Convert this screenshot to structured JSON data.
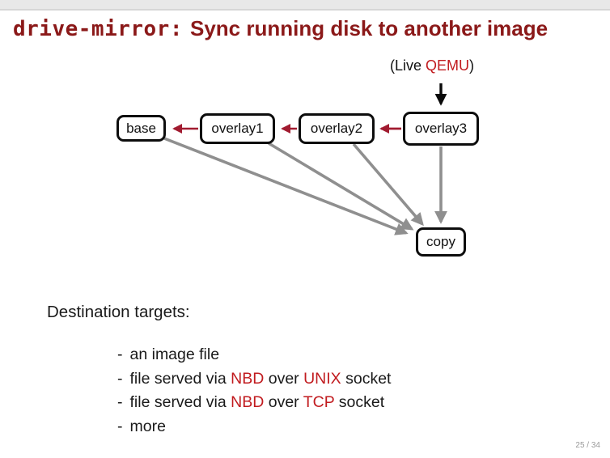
{
  "slide": {
    "title": {
      "code": "drive-mirror:",
      "text": "Sync running disk to another image"
    },
    "page_number": "25 / 34"
  },
  "colors": {
    "title_red": "#8b1919",
    "accent_red": "#c11b1f",
    "backing_arrow_red": "#a11b30",
    "mirror_arrow_gray": "#8f8f8f",
    "live_arrow_black": "#0a0a0a",
    "top_bar_gray": "#e8e8e8"
  },
  "diagram": {
    "live_label": {
      "prefix": "(Live ",
      "highlight": "QEMU",
      "suffix": ")"
    },
    "nodes": [
      {
        "id": "base",
        "label": "base"
      },
      {
        "id": "overlay1",
        "label": "overlay1"
      },
      {
        "id": "overlay2",
        "label": "overlay2"
      },
      {
        "id": "overlay3",
        "label": "overlay3"
      },
      {
        "id": "copy",
        "label": "copy"
      }
    ],
    "edges": [
      {
        "from": "overlay1",
        "to": "base",
        "type": "backing-file",
        "color": "#a11b30"
      },
      {
        "from": "overlay2",
        "to": "overlay1",
        "type": "backing-file",
        "color": "#a11b30"
      },
      {
        "from": "overlay3",
        "to": "overlay2",
        "type": "backing-file",
        "color": "#a11b30"
      },
      {
        "from": "base",
        "to": "copy",
        "type": "mirror",
        "color": "#8f8f8f"
      },
      {
        "from": "overlay1",
        "to": "copy",
        "type": "mirror",
        "color": "#8f8f8f"
      },
      {
        "from": "overlay2",
        "to": "copy",
        "type": "mirror",
        "color": "#8f8f8f"
      },
      {
        "from": "overlay3",
        "to": "copy",
        "type": "mirror",
        "color": "#8f8f8f"
      },
      {
        "from": "live-qemu",
        "to": "overlay3",
        "type": "attached",
        "color": "#0a0a0a"
      }
    ]
  },
  "destination": {
    "heading": "Destination targets:",
    "bullet": "-",
    "items": [
      {
        "segments": [
          {
            "text": "an image file"
          }
        ]
      },
      {
        "segments": [
          {
            "text": "file served via "
          },
          {
            "text": "NBD"
          },
          {
            "text": " over "
          },
          {
            "text": "UNIX"
          },
          {
            "text": " socket"
          }
        ]
      },
      {
        "segments": [
          {
            "text": "file served via "
          },
          {
            "text": "NBD"
          },
          {
            "text": " over "
          },
          {
            "text": "TCP"
          },
          {
            "text": " socket"
          }
        ]
      },
      {
        "segments": [
          {
            "text": "more"
          }
        ]
      }
    ]
  }
}
